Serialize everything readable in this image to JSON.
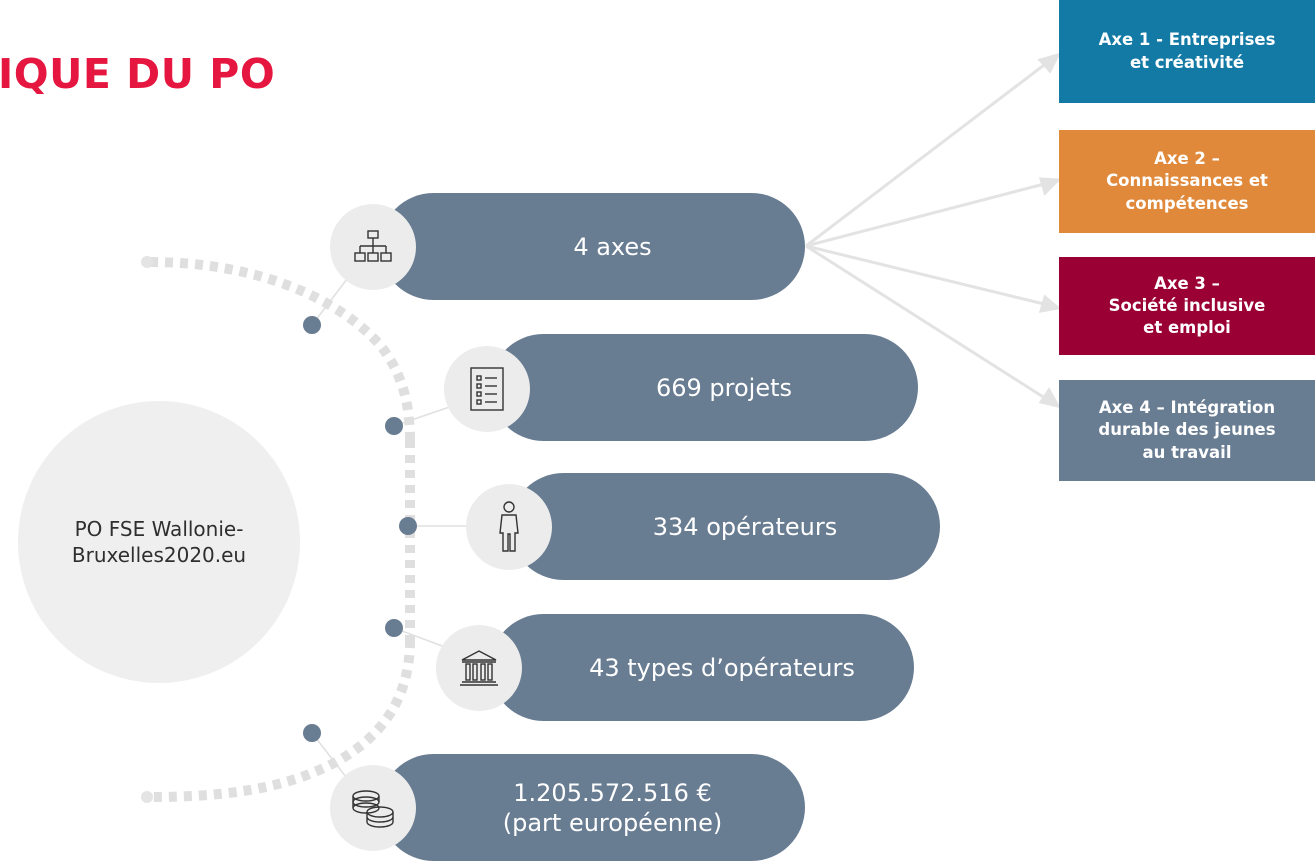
{
  "header": {
    "title": "IQUE DU PO"
  },
  "hub": {
    "label": "PO FSE Wallonie-\nBruxelles2020.eu"
  },
  "items": [
    {
      "label": "4 axes",
      "icon": "org-chart-icon"
    },
    {
      "label": "669 projets",
      "icon": "checklist-icon"
    },
    {
      "label": "334 opérateurs",
      "icon": "person-icon"
    },
    {
      "label": "43 types d’opérateurs",
      "icon": "bank-building-icon"
    },
    {
      "label": "1.205.572.516 €\n(part européenne)",
      "icon": "coins-icon"
    }
  ],
  "axes": [
    {
      "label": "Axe 1 - Entreprises\net créativité",
      "color": "#137aa5"
    },
    {
      "label": "Axe 2 –\nConnaissances et\ncompétences",
      "color": "#e0893a"
    },
    {
      "label": "Axe 3 –\nSociété inclusive\net emploi",
      "color": "#9a0033"
    },
    {
      "label": "Axe 4 – Intégration\ndurable des jeunes\nau travail",
      "color": "#687c92"
    }
  ],
  "colors": {
    "accent": "#e5163f",
    "pill": "#687c92",
    "hub": "#efefef",
    "icon_bg": "#ececec"
  }
}
